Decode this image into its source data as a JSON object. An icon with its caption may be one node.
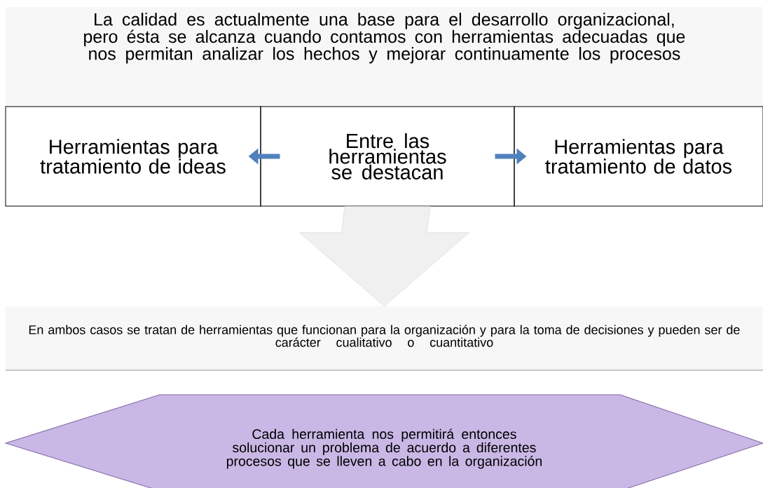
{
  "diagram": {
    "nodes": [
      {
        "text": [
          "La calidad es actualmente una base para el desarrollo organizacional, pero ésta se alcanza cuando contamos con herramientas adecuadas que nos permitan analizar los hechos y mejorar continuamente los procesos"
        ]
      },
      {
        "text": [
          "Herramientas para tratamiento de ideas"
        ]
      },
      {
        "text": [
          "Entre las herramientas se destacan"
        ]
      },
      {
        "text": [
          "Herramientas para tratamiento de datos"
        ]
      },
      {
        "text": [
          "En ambos casos se tratan de herramientas que  funcionan para la organización y para la toma de decisiones y pueden ser de carácter cualitativo o cuantitativo"
        ]
      },
      {
        "text": [
          "Cada herramienta nos permitirá entonces solucionar un problema de acuerdo a diferentes procesos que se lleven a cabo en la organización"
        ]
      }
    ],
    "edges": [
      {
        "from": 2,
        "to": 1,
        "arrow": "to"
      },
      {
        "from": 2,
        "to": 3,
        "arrow": "to"
      },
      {
        "from": 2,
        "to": 4,
        "arrow": "to",
        "style": "thick",
        "color": "#f0f0f0"
      }
    ]
  }
}
